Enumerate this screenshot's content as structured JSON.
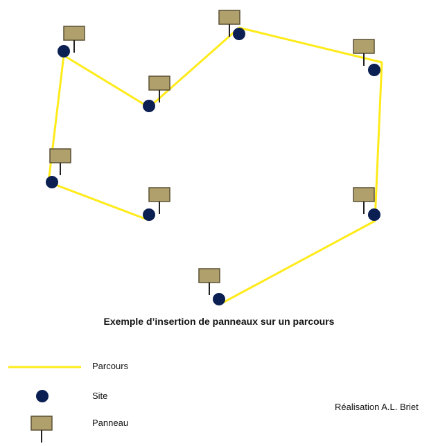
{
  "colors": {
    "route": "#ffeb1a",
    "site": "#0b1f52",
    "panel_fill": "#b0a06b",
    "panel_stroke": "#5a5135",
    "panel_post": "#222222"
  },
  "diagram": {
    "caption": "Exemple d’insertion de panneaux sur un parcours"
  },
  "legend": {
    "items": [
      {
        "symbol": "line",
        "label": "Parcours"
      },
      {
        "symbol": "site-dot",
        "label": "Site"
      },
      {
        "symbol": "panel-sign",
        "label": "Panneau"
      }
    ]
  },
  "credit": "Réalisation A.L. Briet"
}
